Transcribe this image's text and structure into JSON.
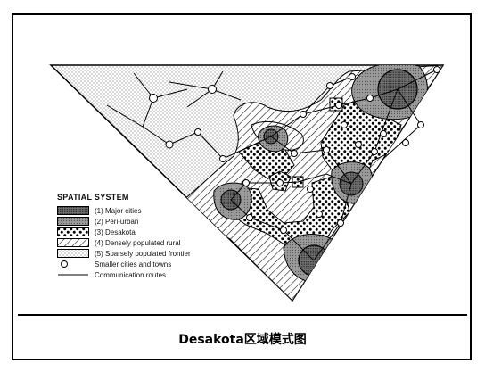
{
  "caption": "Desakota区域模式图",
  "legend": {
    "title": "SPATIAL SYSTEM",
    "items": [
      {
        "key": "major",
        "label": "(1) Major cities"
      },
      {
        "key": "periurban",
        "label": "(2) Peri-urban"
      },
      {
        "key": "desakota",
        "label": "(3) Desakota"
      },
      {
        "key": "rural",
        "label": "(4) Densely populated rural"
      },
      {
        "key": "frontier",
        "label": "(5) Sparsely populated frontier"
      },
      {
        "key": "town",
        "label": "Smaller cities and towns"
      },
      {
        "key": "route",
        "label": "Communication routes"
      }
    ]
  }
}
